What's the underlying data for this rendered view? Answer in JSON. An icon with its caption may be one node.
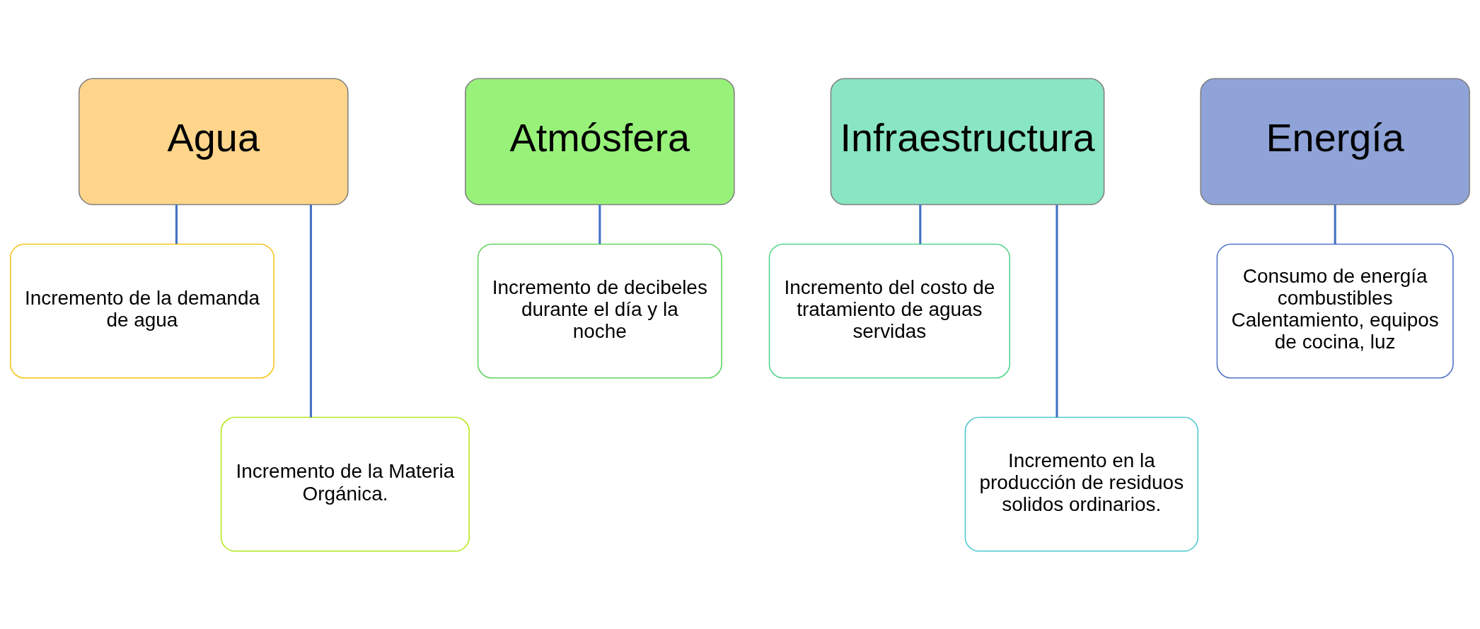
{
  "diagram": {
    "nodes": [
      {
        "text": [
          "Agua"
        ]
      },
      {
        "text": [
          "Incremento de la demanda de agua"
        ]
      },
      {
        "text": [
          "Incremento de la Materia Orgánica."
        ]
      },
      {
        "text": [
          "Atmósfera"
        ]
      },
      {
        "text": [
          "Incremento de decibeles durante el día y la noche"
        ]
      },
      {
        "text": [
          "Infraestructura"
        ]
      },
      {
        "text": [
          "Incremento del costo de tratamiento de aguas servidas"
        ]
      },
      {
        "text": [
          "Incremento en la producción de residuos solidos ordinarios."
        ]
      },
      {
        "text": [
          "Energía"
        ]
      },
      {
        "text": [
          "Consumo de energía combustibles Calentamiento, equipos de cocina, luz"
        ]
      }
    ],
    "edges": [
      {
        "from": 0,
        "to": 1,
        "arrow": "none"
      },
      {
        "from": 0,
        "to": 2,
        "arrow": "none"
      },
      {
        "from": 3,
        "to": 4,
        "arrow": "none"
      },
      {
        "from": 5,
        "to": 6,
        "arrow": "none"
      },
      {
        "from": 5,
        "to": 7,
        "arrow": "none"
      },
      {
        "from": 8,
        "to": 9,
        "arrow": "none"
      }
    ]
  }
}
